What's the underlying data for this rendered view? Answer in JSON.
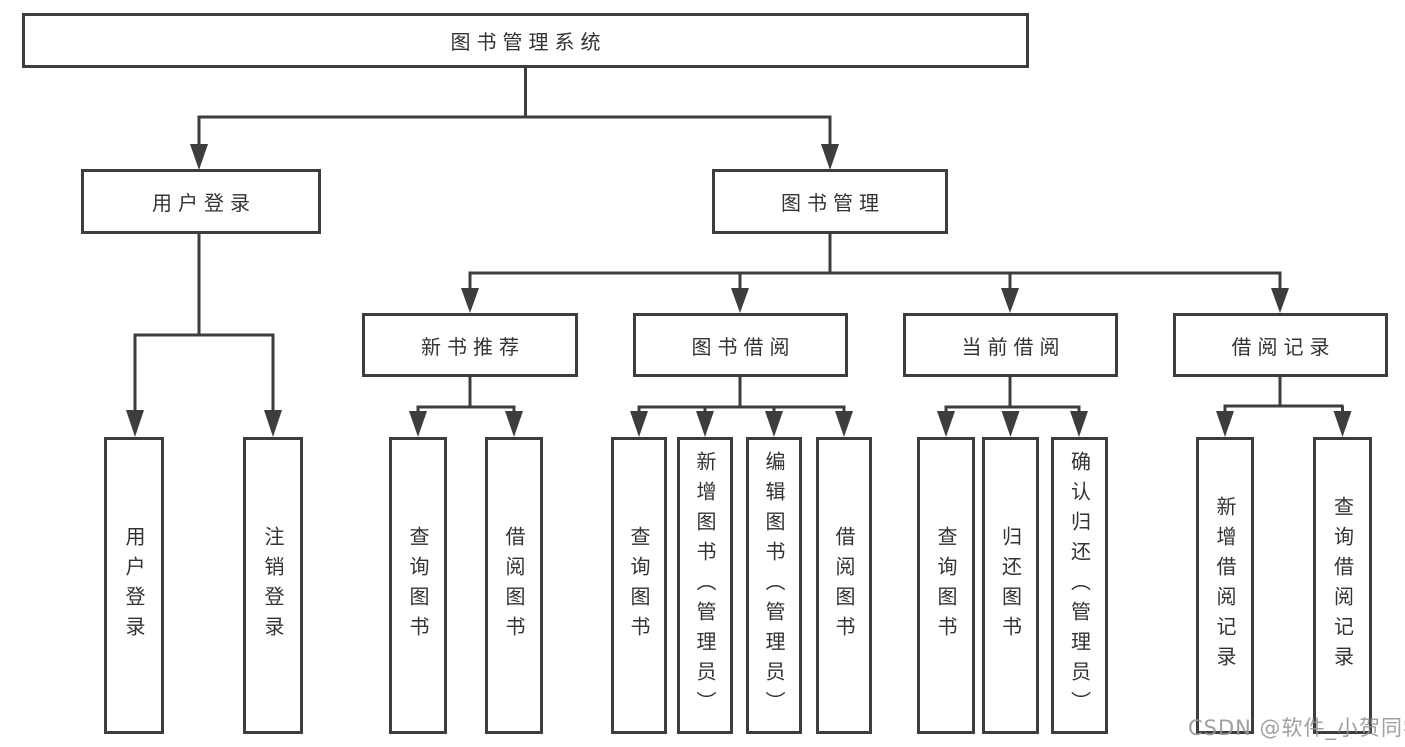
{
  "tree": {
    "root": {
      "label": "图书管理系统",
      "children": [
        {
          "label": "用户登录",
          "children": [
            {
              "label": "用户登录"
            },
            {
              "label": "注销登录"
            }
          ]
        },
        {
          "label": "图书管理",
          "children": [
            {
              "label": "新书推荐",
              "children": [
                {
                  "label": "查询图书"
                },
                {
                  "label": "借阅图书"
                }
              ]
            },
            {
              "label": "图书借阅",
              "children": [
                {
                  "label": "查询图书"
                },
                {
                  "label": "新增图书（管理员）"
                },
                {
                  "label": "编辑图书（管理员）"
                },
                {
                  "label": "借阅图书"
                }
              ]
            },
            {
              "label": "当前借阅",
              "children": [
                {
                  "label": "查询图书"
                },
                {
                  "label": "归还图书"
                },
                {
                  "label": "确认归还（管理员）"
                }
              ]
            },
            {
              "label": "借阅记录",
              "children": [
                {
                  "label": "新增借阅记录"
                },
                {
                  "label": "查询借阅记录"
                }
              ]
            }
          ]
        }
      ]
    }
  },
  "watermark": "CSDN @软件_小贺同学",
  "colors": {
    "line": "#3d3d3d",
    "text": "#333333",
    "box_background": "#ffffff",
    "watermark": "#969696"
  }
}
